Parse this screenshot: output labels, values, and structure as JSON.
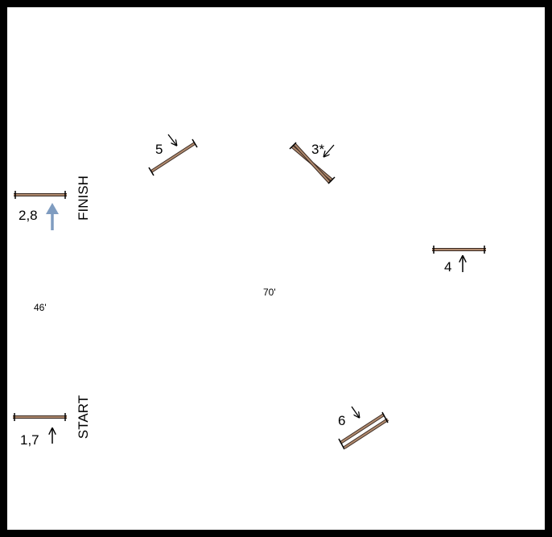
{
  "ring": {
    "width_label": "70'",
    "depth_label": "46'"
  },
  "markers": {
    "finish": "FINISH",
    "start": "START"
  },
  "jumps": [
    {
      "id": "1",
      "number": "1,7",
      "direction": "up"
    },
    {
      "id": "2",
      "number": "2,8",
      "direction": "up",
      "arrow_color": "#7f9cc0"
    },
    {
      "id": "3",
      "number": "3*",
      "direction": "down-left"
    },
    {
      "id": "4",
      "number": "4",
      "direction": "up"
    },
    {
      "id": "5",
      "number": "5",
      "direction": "down-right"
    },
    {
      "id": "6",
      "number": "6",
      "direction": "down-right"
    }
  ],
  "colors": {
    "rail": "#b08a6e",
    "rail_outline": "#3a2a22",
    "arrow": "#000000",
    "highlight_arrow": "#7f9cc0",
    "border": "#000000"
  }
}
